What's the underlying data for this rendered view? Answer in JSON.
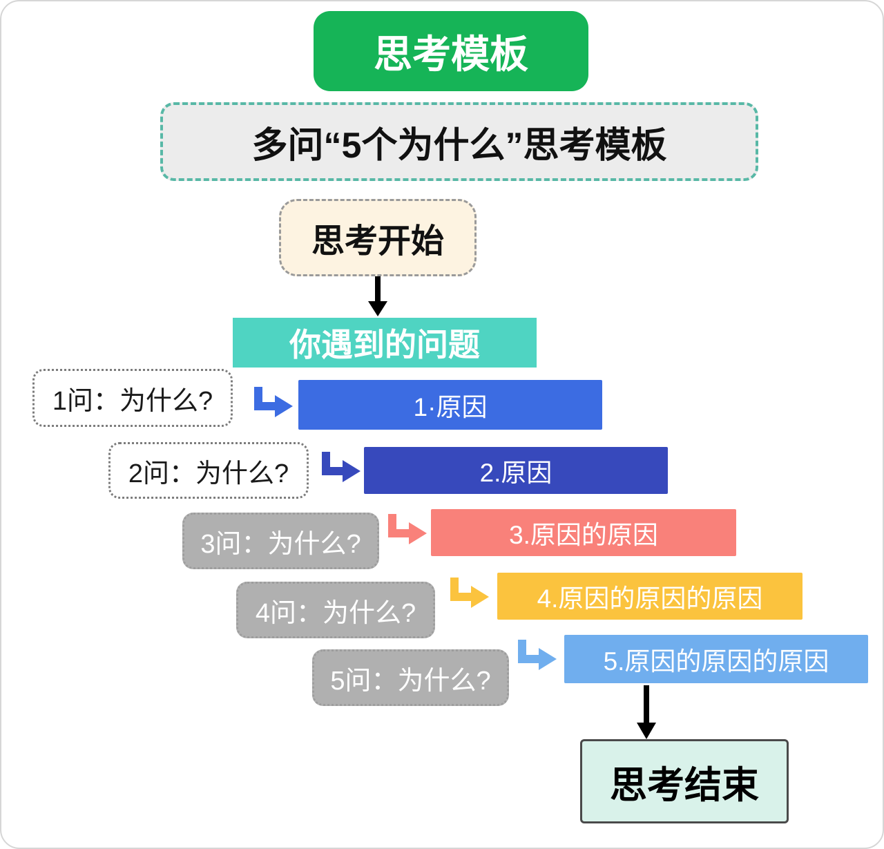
{
  "header": {
    "title": "思考模板",
    "subtitle": "多问“5个为什么”思考模板"
  },
  "flow": {
    "start_label": "思考开始",
    "problem_label": "你遇到的问题",
    "end_label": "思考结束"
  },
  "rows": [
    {
      "question": "1问：为什么?",
      "answer": "1·原因",
      "color": "#3c6ce2",
      "question_style": "outline"
    },
    {
      "question": "2问：为什么?",
      "answer": "2.原因",
      "color": "#3749bc",
      "question_style": "outline"
    },
    {
      "question": "3问：为什么?",
      "answer": "3.原因的原因",
      "color": "#f9817a",
      "question_style": "filled"
    },
    {
      "question": "4问：为什么?",
      "answer": "4.原因的原因的原因",
      "color": "#fbc33e",
      "question_style": "filled"
    },
    {
      "question": "5问：为什么?",
      "answer": "5.原因的原因的原因",
      "color": "#70aeee",
      "question_style": "filled"
    }
  ],
  "colors": {
    "title_bg": "#16b457",
    "subtitle_border": "#58b8a6",
    "problem_bg": "#4fd4c2",
    "end_bg": "#d9f2ea",
    "gray_question_bg": "#b0b0b0",
    "arrow_black": "#000000"
  },
  "icons": {
    "down_arrow": "↓",
    "elbow_arrow": "↳"
  }
}
